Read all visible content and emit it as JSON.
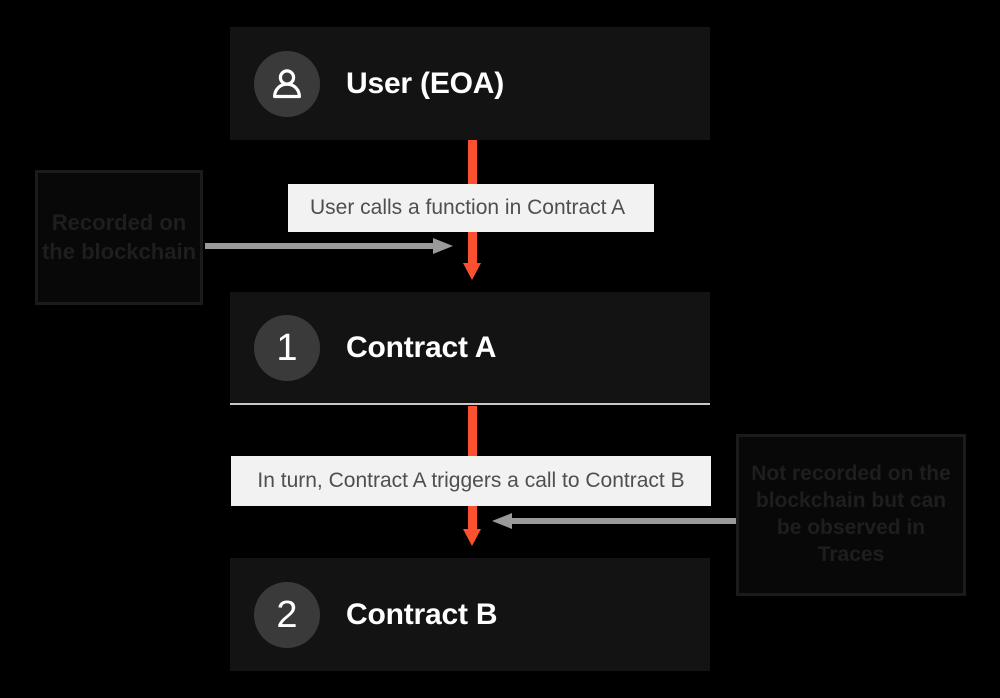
{
  "diagram": {
    "title": "Contract call flow — User to Contract A to Contract B",
    "background_color": "#000000",
    "accent_color": "#fc5130",
    "node_color": "#131313",
    "caption_color": "#f2f2f2",
    "connector_color": "#9a9a9a"
  },
  "nodes": [
    {
      "id": "user",
      "label": "User (EOA)",
      "badge_type": "person-icon",
      "badge_text": ""
    },
    {
      "id": "contract-a",
      "label": "Contract A",
      "badge_type": "number",
      "badge_text": "1"
    },
    {
      "id": "contract-b",
      "label": "Contract B",
      "badge_type": "number",
      "badge_text": "2"
    }
  ],
  "captions": [
    {
      "id": "caption-user-to-a",
      "text": "User calls a function in Contract A"
    },
    {
      "id": "caption-a-to-b",
      "text": "In turn, Contract A triggers a call to Contract B"
    }
  ],
  "annotations": [
    {
      "id": "annotation-recorded",
      "text": "Recorded on the blockchain"
    },
    {
      "id": "annotation-not-recorded",
      "text": "Not recorded on the blockchain but can be observed in Traces"
    }
  ]
}
